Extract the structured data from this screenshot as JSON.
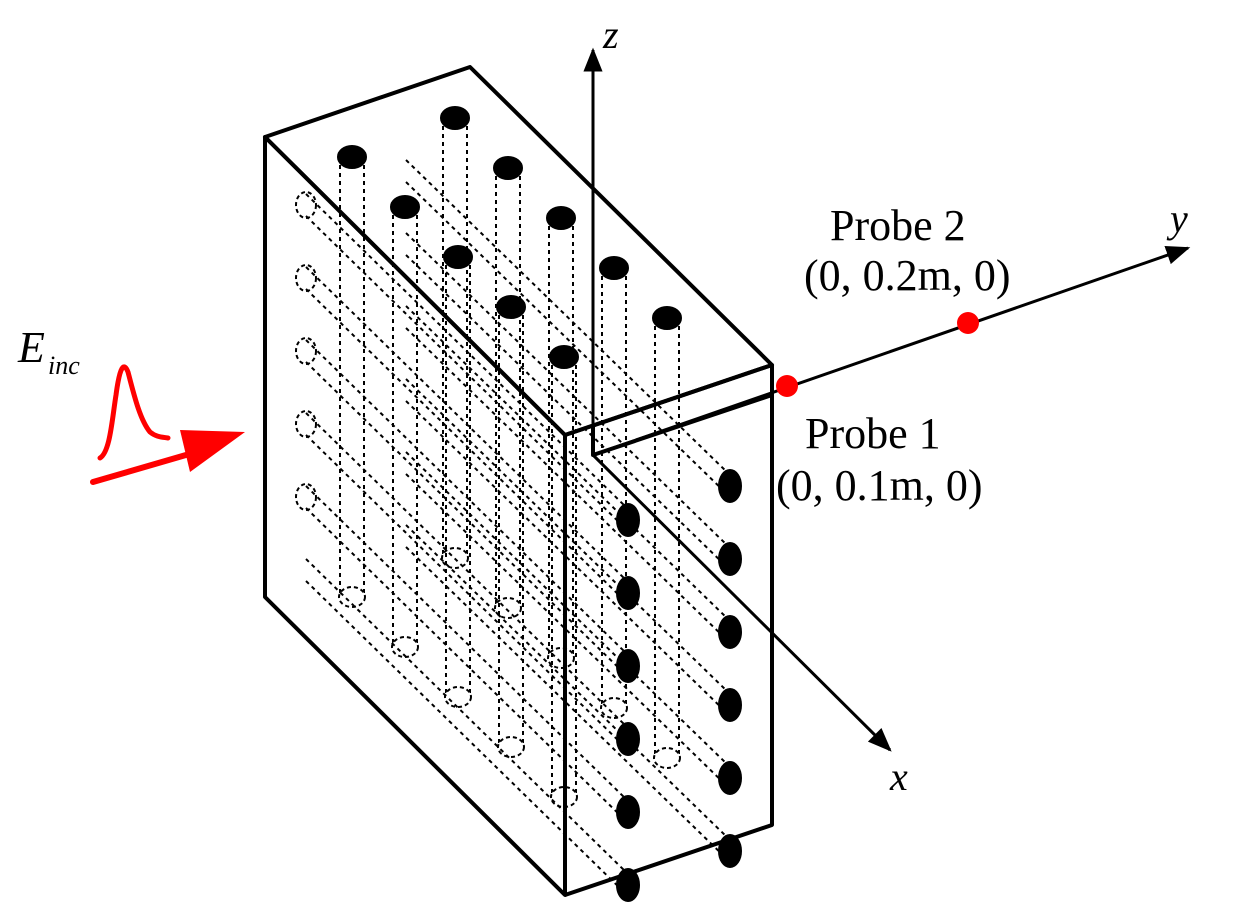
{
  "axes": {
    "x_label": "x",
    "y_label": "y",
    "z_label": "z"
  },
  "incident": {
    "symbol": "E",
    "subscript": "inc",
    "color": "#ff0000"
  },
  "probes": [
    {
      "name": "Probe 1",
      "coords": "(0,  0.1m, 0)",
      "color": "#ff0000"
    },
    {
      "name": "Probe 2",
      "coords": "(0,  0.2m, 0)",
      "color": "#ff0000"
    }
  ],
  "structure": {
    "rod_rows": 6,
    "rod_columns": 5,
    "rod_color": "#000000"
  }
}
